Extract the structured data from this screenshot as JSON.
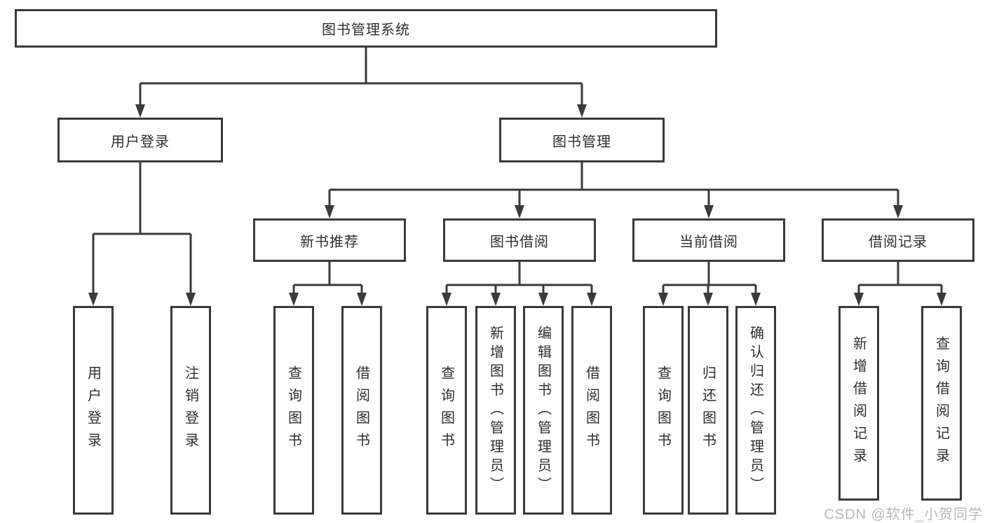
{
  "colors": {
    "line": "#3a3a3a",
    "border": "#3a3a3a",
    "text": "#2b2f33",
    "watermark": "#9a9a9a",
    "background": "#ffffff"
  },
  "watermark": "CSDN @软件_小贺同学",
  "diagram": {
    "type": "tree",
    "root": "图书管理系统",
    "branches": [
      {
        "label": "用户登录",
        "children": [
          "用户登录",
          "注销登录"
        ]
      },
      {
        "label": "图书管理",
        "groups": [
          {
            "label": "新书推荐",
            "children": [
              "查询图书",
              "借阅图书"
            ]
          },
          {
            "label": "图书借阅",
            "children": [
              "查询图书",
              "新增图书（管理员）",
              "编辑图书（管理员）",
              "借阅图书"
            ]
          },
          {
            "label": "当前借阅",
            "children": [
              "查询图书",
              "归还图书",
              "确认归还（管理员）"
            ]
          },
          {
            "label": "借阅记录",
            "children": [
              "新增借阅记录",
              "查询借阅记录"
            ]
          }
        ]
      }
    ]
  }
}
